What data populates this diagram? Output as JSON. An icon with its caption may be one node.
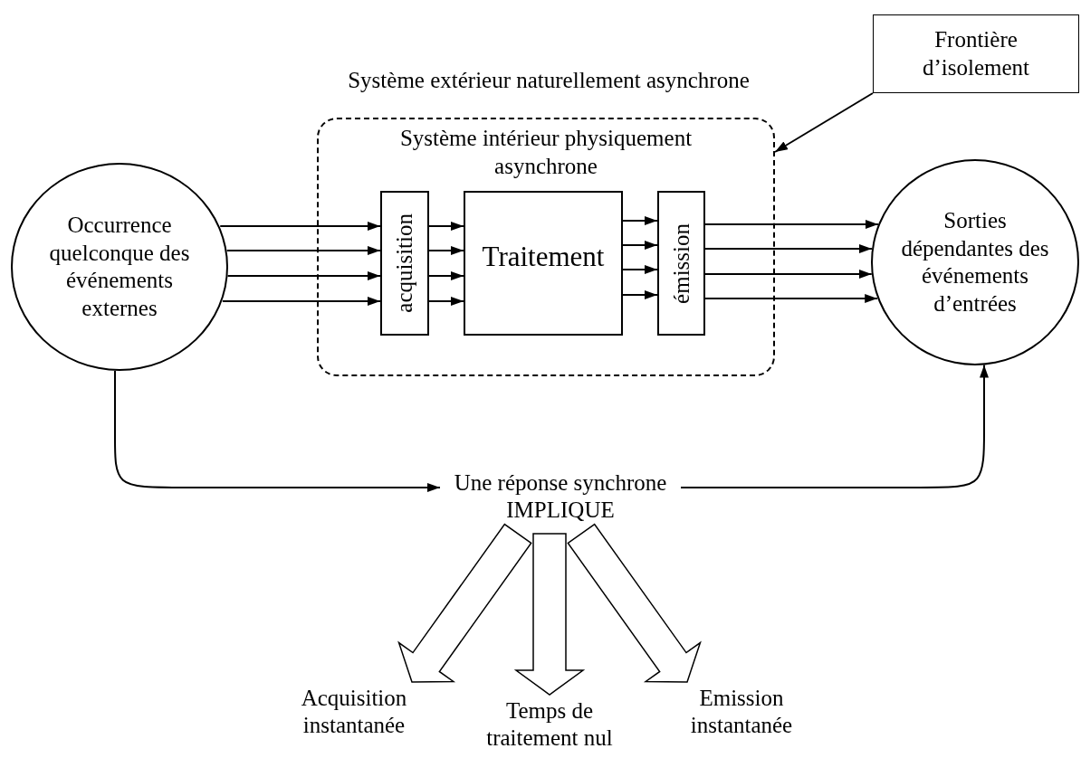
{
  "diagram": {
    "nodes": [
      {
        "text": [
          "Occurrence quelconque des événements externes"
        ]
      },
      {
        "text": [
          "Système intérieur physiquement asynchrone"
        ]
      },
      {
        "text": [
          "acquisition"
        ],
        "in": 1
      },
      {
        "text": [
          "Traitement"
        ],
        "in": 1
      },
      {
        "text": [
          "émission"
        ],
        "in": 1
      },
      {
        "text": [
          "Sorties dépendantes des événements d’entrées"
        ]
      },
      {
        "text": [
          "Frontière d’isolement"
        ]
      },
      {
        "text": [
          "Une réponse synchrone IMPLIQUE"
        ]
      },
      {
        "text": [
          "Acquisition instantanée"
        ]
      },
      {
        "text": [
          "Temps de traitement nul"
        ]
      },
      {
        "text": [
          "Emission instantanée"
        ]
      }
    ],
    "edges": [
      {
        "from": 0,
        "to": 2,
        "arrow": "to"
      },
      {
        "from": 0,
        "to": 2,
        "arrow": "to"
      },
      {
        "from": 0,
        "to": 2,
        "arrow": "to"
      },
      {
        "from": 0,
        "to": 2,
        "arrow": "to"
      },
      {
        "from": 2,
        "to": 3,
        "arrow": "to"
      },
      {
        "from": 2,
        "to": 3,
        "arrow": "to"
      },
      {
        "from": 2,
        "to": 3,
        "arrow": "to"
      },
      {
        "from": 2,
        "to": 3,
        "arrow": "to"
      },
      {
        "from": 3,
        "to": 4,
        "arrow": "to"
      },
      {
        "from": 3,
        "to": 4,
        "arrow": "to"
      },
      {
        "from": 3,
        "to": 4,
        "arrow": "to"
      },
      {
        "from": 3,
        "to": 4,
        "arrow": "to"
      },
      {
        "from": 4,
        "to": 5,
        "arrow": "to"
      },
      {
        "from": 4,
        "to": 5,
        "arrow": "to"
      },
      {
        "from": 4,
        "to": 5,
        "arrow": "to"
      },
      {
        "from": 4,
        "to": 5,
        "arrow": "to"
      },
      {
        "from": 6,
        "to": 1,
        "arrow": "to"
      },
      {
        "from": 0,
        "to": 7,
        "arrow": "to"
      },
      {
        "from": 7,
        "to": 5,
        "arrow": "to"
      },
      {
        "from": 7,
        "to": 8,
        "arrow": "to",
        "style": "thick"
      },
      {
        "from": 7,
        "to": 9,
        "arrow": "to",
        "style": "thick"
      },
      {
        "from": 7,
        "to": 10,
        "arrow": "to",
        "style": "thick"
      }
    ],
    "labels": [
      "Système extérieur naturellement asynchrone"
    ]
  }
}
